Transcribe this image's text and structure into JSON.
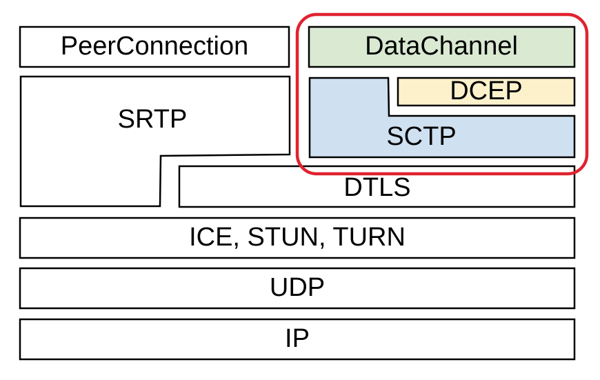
{
  "layers": {
    "peerconnection": "PeerConnection",
    "datachannel": "DataChannel",
    "srtp": "SRTP",
    "dcep": "DCEP",
    "sctp": "SCTP",
    "dtls": "DTLS",
    "ice": "ICE, STUN, TURN",
    "udp": "UDP",
    "ip": "IP"
  },
  "colors": {
    "datachannel_fill": "#d9e9d2",
    "dcep_fill": "#fdf1cc",
    "sctp_fill": "#cfe0f1",
    "highlight_border": "#e0232f",
    "stroke": "#000000",
    "background": "#ffffff"
  }
}
